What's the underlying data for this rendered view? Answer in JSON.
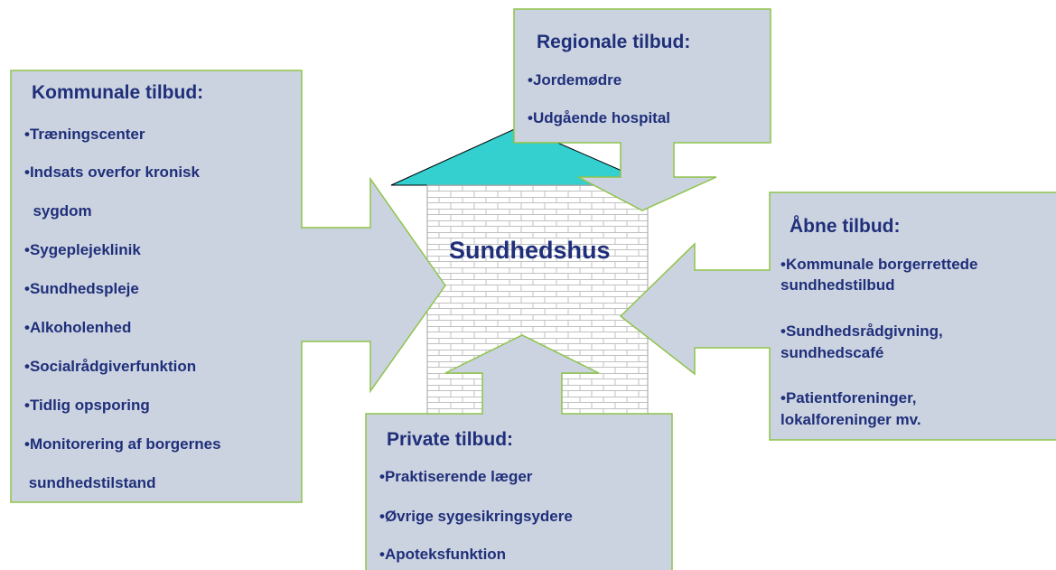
{
  "center": {
    "title": "Sundhedshus"
  },
  "colors": {
    "box_fill": "#ccd3e0",
    "box_stroke": "#8dc44a",
    "roof": "#34cfcf",
    "text": "#1f2f7a",
    "wall": "#ffffff",
    "brick": "#c0c0c0"
  },
  "kommunale": {
    "title": "Kommunale tilbud:",
    "items": [
      "•Træningscenter",
      "•Indsats overfor kronisk",
      "  sygdom",
      "•Sygeplejeklinik",
      "•Sundhedspleje",
      "•Alkoholenhed",
      "•Socialrådgiverfunktion",
      "•Tidlig opsporing",
      "•Monitorering af borgernes",
      " sundhedstilstand"
    ]
  },
  "regionale": {
    "title": "Regionale tilbud:",
    "items": [
      "•Jordemødre",
      "•Udgående hospital"
    ]
  },
  "aabne": {
    "title": "Åbne tilbud:",
    "items": [
      "•Kommunale borgerrettede",
      "sundhedstilbud",
      "•Sundhedsrådgivning,",
      "sundhedscafé",
      "•Patientforeninger,",
      "lokalforeninger mv."
    ]
  },
  "private": {
    "title": "Private tilbud:",
    "items": [
      "•Praktiserende læger",
      "•Øvrige sygesikringsydere",
      "•Apoteksfunktion"
    ]
  }
}
